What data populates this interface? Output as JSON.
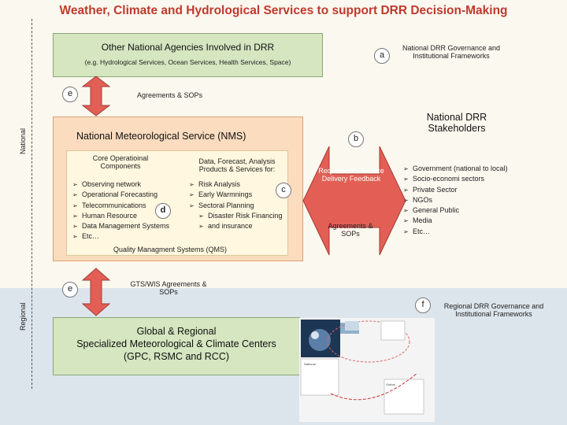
{
  "title": "Weather, Climate and Hydrological Services to support DRR Decision-Making",
  "band_labels": {
    "national": "National",
    "regional": "Regional"
  },
  "other_agencies": {
    "title": "Other National Agencies Involved in DRR",
    "subtitle": "(e.g. Hydrological Services, Ocean Services, Health Services, Space)"
  },
  "badges": {
    "a": "a",
    "b": "b",
    "c": "c",
    "d": "d",
    "e_top": "e",
    "e_bottom": "e",
    "f": "f"
  },
  "national_governance": "National DRR Governance and Institutional Frameworks",
  "agreements_top": "Agreements & SOPs",
  "nms": {
    "title": "National Meteorological Service (NMS)",
    "core_title": "Core Operatioinal Components",
    "core_items": [
      "Observing network",
      "Operational Forecasting",
      "Telecommunications",
      "Human Resource",
      "Data Management Systems",
      "Etc…"
    ],
    "products_title": "Data, Forecast, Analysis Products & Services for:",
    "products_items": [
      "Risk Analysis",
      "Early Warmnings",
      "Sectoral Planning",
      "Disaster Risk Financing",
      "and insurance"
    ],
    "qms": "Quality Managment Systems (QMS)"
  },
  "requirements": "Requirments Service Delivery Feedback",
  "agreements_mid": "Agreements & SOPs",
  "stakeholders": {
    "title": "National DRR Stakeholders",
    "items": [
      "Government (national to local)",
      "Socio-economi sectors",
      "Private Sector",
      "NGOs",
      "General Public",
      "Media",
      "Etc…"
    ]
  },
  "gts": "GTS/WIS Agreements & SOPs",
  "regional_governance": "Regional DRR Governance and Institutional Frameworks",
  "global": {
    "line1": "Global & Regional",
    "line2": "Specialized Meteorological & Climate Centers",
    "line3": "(GPC, RSMC and RCC)"
  }
}
